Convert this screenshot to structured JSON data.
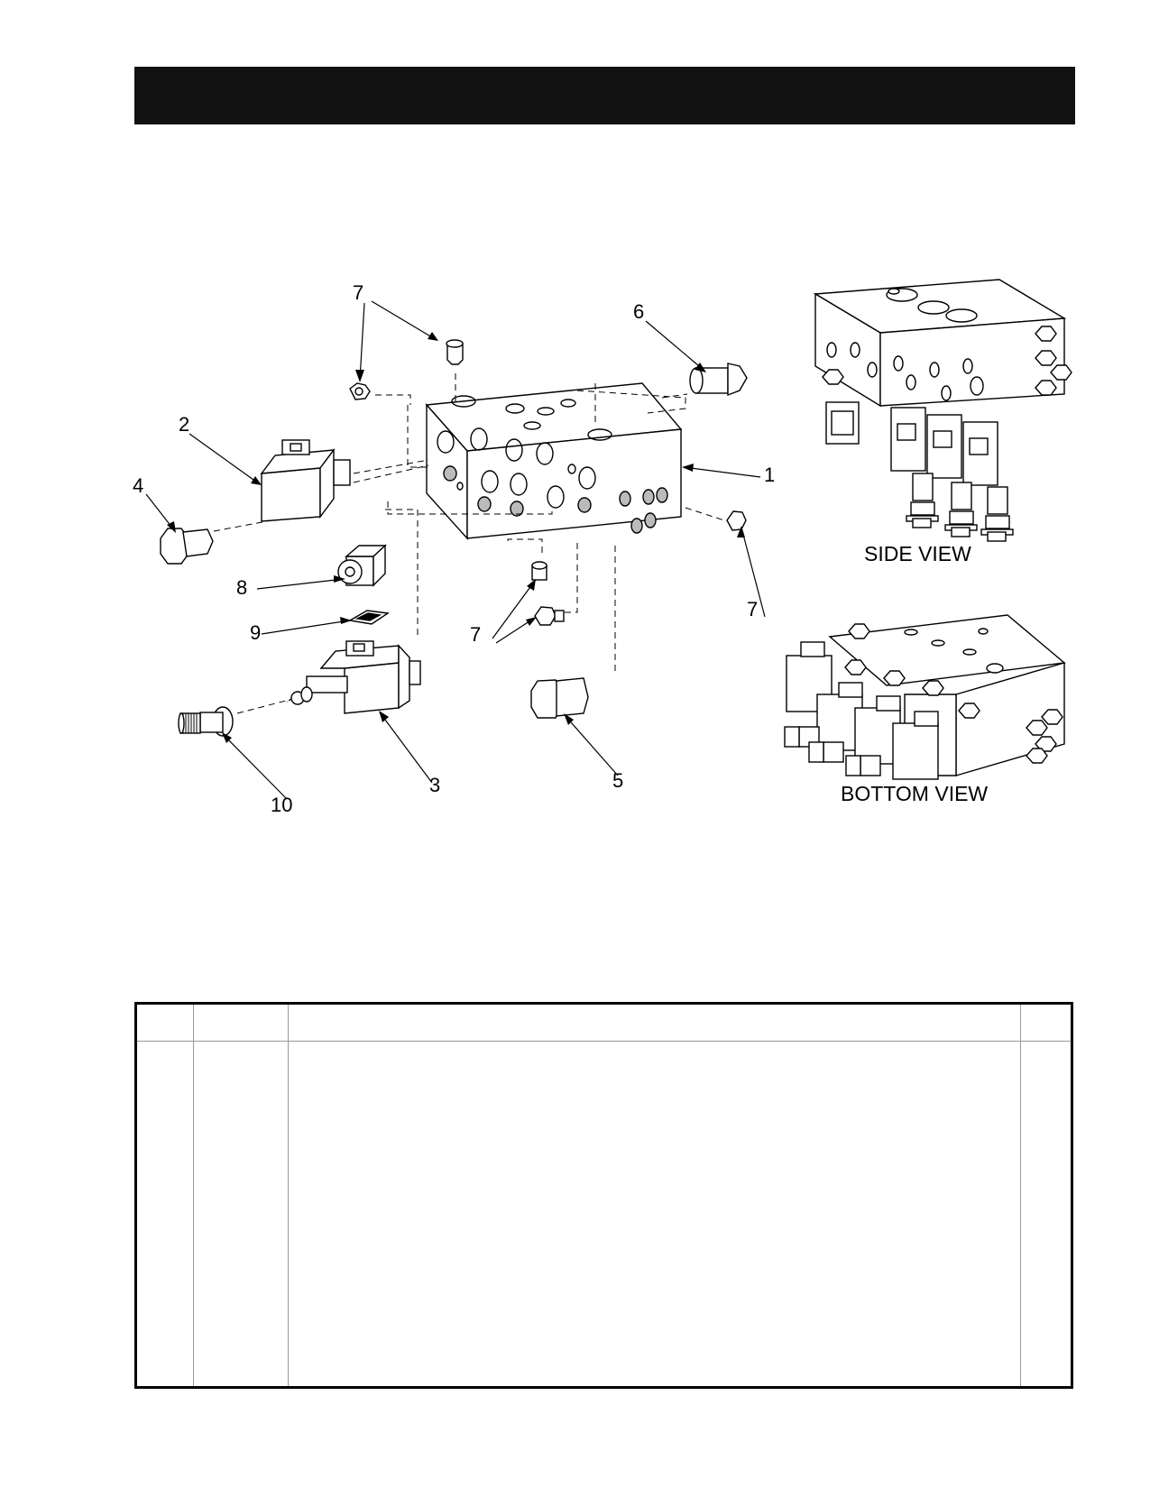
{
  "header": {
    "title": ""
  },
  "callouts": [
    "1",
    "2",
    "3",
    "4",
    "5",
    "6",
    "7",
    "7",
    "7",
    "8",
    "9",
    "10"
  ],
  "views": {
    "side": "SIDE VIEW",
    "bottom": "BOTTOM VIEW"
  },
  "table": {
    "columns": [
      "",
      "",
      "",
      ""
    ]
  }
}
